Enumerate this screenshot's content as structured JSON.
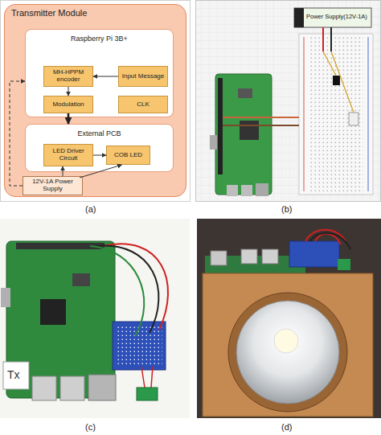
{
  "diagram": {
    "nodes": [
      {
        "text": [
          "Transmitter Module"
        ]
      },
      {
        "text": [
          "Raspberry Pi 3B+"
        ],
        "in": 0
      },
      {
        "text": [
          "MH-HPPM encoder"
        ],
        "in": 1
      },
      {
        "text": [
          "Input Message"
        ],
        "in": 1
      },
      {
        "text": [
          "Modulation"
        ],
        "in": 1
      },
      {
        "text": [
          "CLK"
        ],
        "in": 1
      },
      {
        "text": [
          "External PCB"
        ],
        "in": 0
      },
      {
        "text": [
          "LED Driver Circuit"
        ],
        "in": 6
      },
      {
        "text": [
          "COB LED"
        ],
        "in": 6
      },
      {
        "text": [
          "12V-1A Power Supply"
        ],
        "in": 0
      }
    ],
    "edges": [
      {
        "from": 3,
        "to": 2,
        "arrow": "to"
      },
      {
        "from": 2,
        "to": 4,
        "arrow": "to"
      },
      {
        "from": 4,
        "to": 6,
        "arrow": "to"
      },
      {
        "from": 7,
        "to": 8,
        "arrow": "to"
      },
      {
        "from": 9,
        "to": 7,
        "arrow": "to"
      },
      {
        "from": 9,
        "to": 8,
        "arrow": "to"
      },
      {
        "from": 9,
        "to": 1,
        "arrow": "to"
      }
    ],
    "labels": [
      "(a)",
      "Power Supply(12V-1A)",
      "(b)",
      "Tx",
      "(c)",
      "(d)"
    ]
  }
}
